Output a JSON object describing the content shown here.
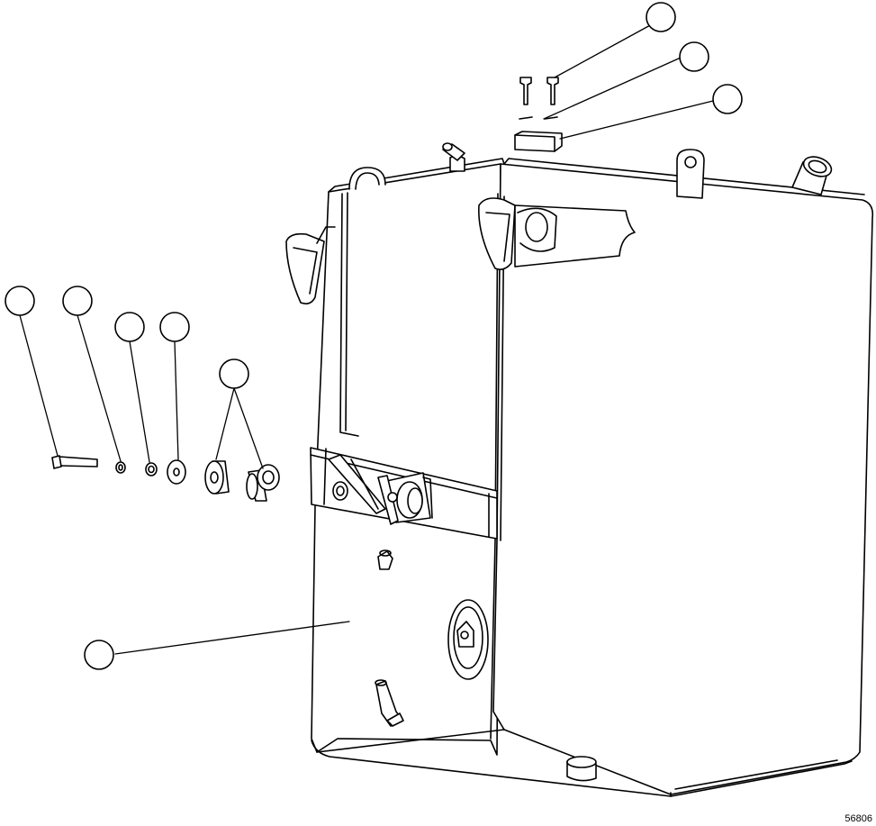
{
  "diagram": {
    "reference_code": "56806",
    "callouts": [
      {
        "id": "callout-1"
      },
      {
        "id": "callout-2"
      },
      {
        "id": "callout-3"
      },
      {
        "id": "callout-4"
      },
      {
        "id": "callout-5"
      },
      {
        "id": "callout-6"
      },
      {
        "id": "callout-7"
      },
      {
        "id": "callout-8"
      },
      {
        "id": "callout-9"
      }
    ]
  }
}
